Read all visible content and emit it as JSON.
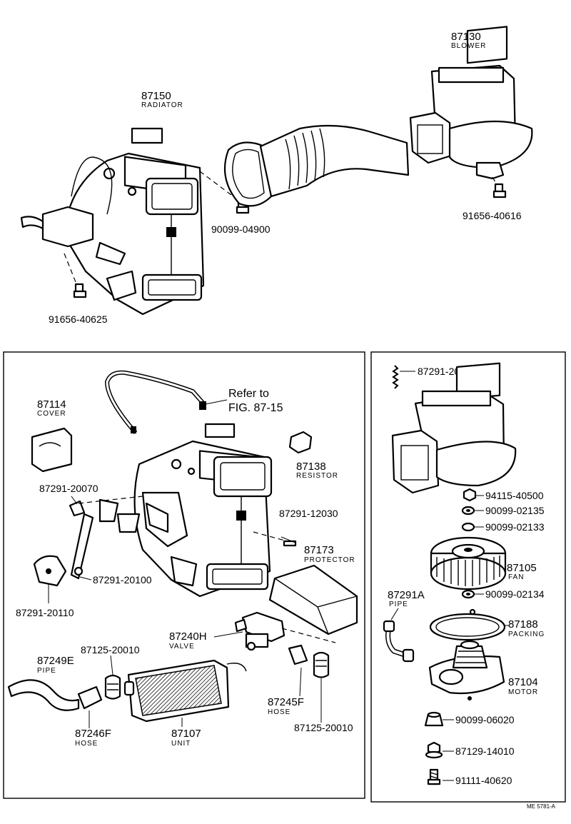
{
  "top": {
    "radiator": {
      "number": "87150",
      "name": "RADIATOR"
    },
    "blower": {
      "number": "87130",
      "name": "BLOWER"
    },
    "bolt_center": "90099-04900",
    "bolt_left": "91656-40625",
    "bolt_right": "91656-40616"
  },
  "left_panel": {
    "refer_line1": "Refer to",
    "refer_line2": "FIG. 87-15",
    "cover": {
      "number": "87114",
      "name": "COVER"
    },
    "resistor": {
      "number": "87138",
      "name": "RESISTOR"
    },
    "p_20070": "87291-20070",
    "p_12030": "87291-12030",
    "protector": {
      "number": "87173",
      "name": "PROTECTOR"
    },
    "p_20100": "87291-20100",
    "p_20110": "87291-20110",
    "valve": {
      "number": "87240H",
      "name": "VALVE"
    },
    "clamp_top": "87125-20010",
    "pipe": {
      "number": "87249E",
      "name": "PIPE"
    },
    "hose_f_right": {
      "number": "87245F",
      "name": "HOSE"
    },
    "hose_f_left": {
      "number": "87246F",
      "name": "HOSE"
    },
    "unit": {
      "number": "87107",
      "name": "UNIT"
    },
    "clamp_bottom": "87125-20010"
  },
  "right_panel": {
    "spring": "87291-20290",
    "nut": "94115-40500",
    "washer_1": "90099-02135",
    "washer_2": "90099-02133",
    "fan": {
      "number": "87105",
      "name": "FAN"
    },
    "washer_3": "90099-02134",
    "pipe_a": {
      "number": "87291A",
      "name": "PIPE"
    },
    "packing": {
      "number": "87188",
      "name": "PACKING"
    },
    "motor": {
      "number": "87104",
      "name": "MOTOR"
    },
    "grommet": "90099-06020",
    "screw_1": "87129-14010",
    "screw_2": "91111-40620"
  },
  "footer_code": "ME 5781-A"
}
